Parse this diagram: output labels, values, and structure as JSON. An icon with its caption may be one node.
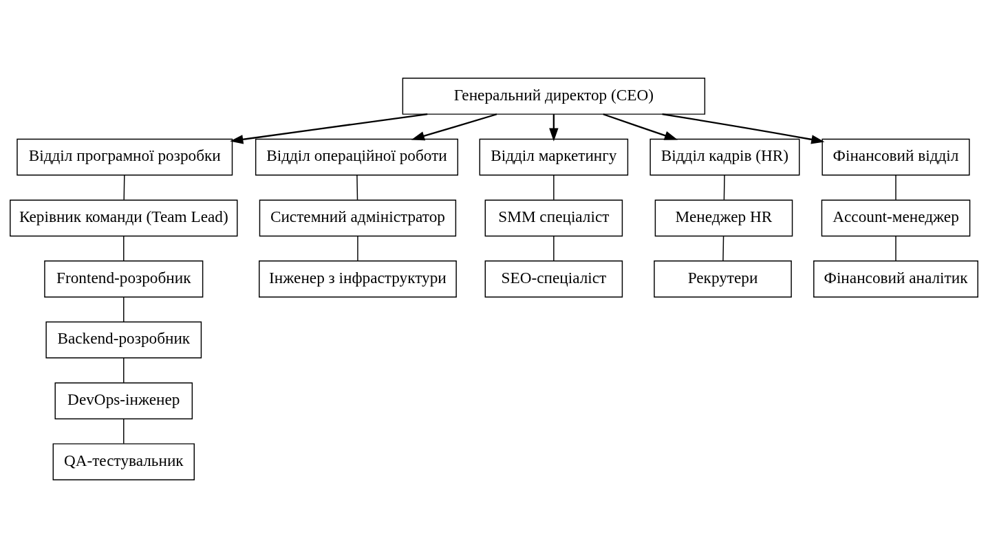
{
  "diagram": {
    "nodes": [
      {
        "text": [
          "Генеральний директор (CEO)"
        ]
      },
      {
        "text": [
          "Відділ програмної розробки"
        ]
      },
      {
        "text": [
          "Відділ операційної роботи"
        ]
      },
      {
        "text": [
          "Відділ маркетингу"
        ]
      },
      {
        "text": [
          "Відділ кадрів (HR)"
        ]
      },
      {
        "text": [
          "Керівник команди (Team Lead)"
        ]
      },
      {
        "text": [
          "Frontend-розробник"
        ]
      },
      {
        "text": [
          "Backend-розробник"
        ]
      },
      {
        "text": [
          "DevOps-інженер"
        ]
      },
      {
        "text": [
          "QA-тестувальник"
        ]
      },
      {
        "text": [
          "Системний адміністратор"
        ]
      },
      {
        "text": [
          "Інженер з інфраструктури"
        ]
      },
      {
        "text": [
          "SMM спеціаліст"
        ]
      },
      {
        "text": [
          "SEO-спеціаліст"
        ]
      },
      {
        "text": [
          "Менеджер HR"
        ]
      },
      {
        "text": [
          "Рекрутери"
        ]
      },
      {
        "text": [
          "Фінансовий відділ"
        ]
      },
      {
        "text": [
          "Account-менеджер"
        ]
      },
      {
        "text": [
          "Фінансовий аналітик"
        ]
      }
    ],
    "edges": [
      {
        "from": 0,
        "to": 1,
        "arrow": "to"
      },
      {
        "from": 0,
        "to": 2,
        "arrow": "to"
      },
      {
        "from": 0,
        "to": 3,
        "arrow": "to"
      },
      {
        "from": 0,
        "to": 4,
        "arrow": "to"
      },
      {
        "from": 0,
        "to": 16,
        "arrow": "to"
      },
      {
        "from": 1,
        "to": 5,
        "arrow": "none"
      },
      {
        "from": 5,
        "to": 6,
        "arrow": "none"
      },
      {
        "from": 6,
        "to": 7,
        "arrow": "none"
      },
      {
        "from": 7,
        "to": 8,
        "arrow": "none"
      },
      {
        "from": 8,
        "to": 9,
        "arrow": "none"
      },
      {
        "from": 2,
        "to": 10,
        "arrow": "none"
      },
      {
        "from": 10,
        "to": 11,
        "arrow": "none"
      },
      {
        "from": 3,
        "to": 12,
        "arrow": "none"
      },
      {
        "from": 12,
        "to": 13,
        "arrow": "none"
      },
      {
        "from": 4,
        "to": 14,
        "arrow": "none"
      },
      {
        "from": 14,
        "to": 15,
        "arrow": "none"
      },
      {
        "from": 16,
        "to": 17,
        "arrow": "none"
      },
      {
        "from": 17,
        "to": 18,
        "arrow": "none"
      }
    ]
  }
}
